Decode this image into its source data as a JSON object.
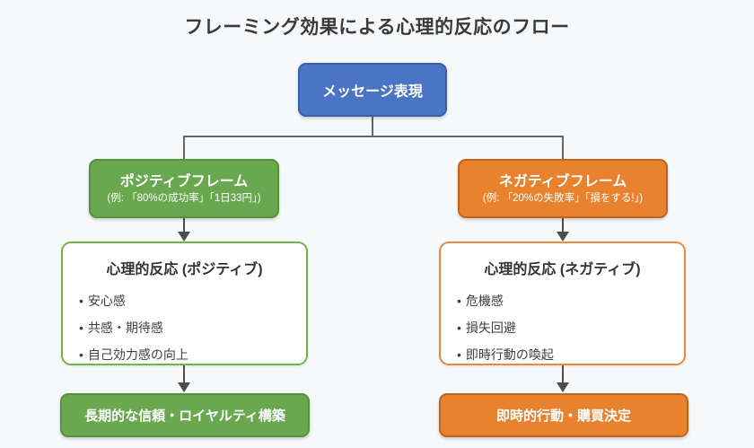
{
  "title": "フレーミング効果による心理的反応のフロー",
  "root": {
    "label": "メッセージ表現"
  },
  "branches": {
    "positive": {
      "frame": {
        "title": "ポジティブフレーム",
        "subtitle": "(例: 「80%の成功率」「1日33円」)"
      },
      "reaction": {
        "title": "心理的反応 (ポジティブ)",
        "items": [
          "安心感",
          "共感・期待感",
          "自己効力感の向上"
        ]
      },
      "outcome": "長期的な信頼・ロイヤルティ構築"
    },
    "negative": {
      "frame": {
        "title": "ネガティブフレーム",
        "subtitle": "(例: 「20%の失敗率」「損をする!」)"
      },
      "reaction": {
        "title": "心理的反応 (ネガティブ)",
        "items": [
          "危機感",
          "損失回避",
          "即時行動の喚起"
        ]
      },
      "outcome": "即時的行動・購買決定"
    }
  },
  "colors": {
    "background": "#f7f8fa",
    "root_fill": "#4a74c4",
    "root_border": "#3a5ea8",
    "positive_fill": "#6aa84f",
    "positive_border": "#55913a",
    "negative_fill": "#e8822e",
    "negative_border": "#bf641f",
    "connector_line": "#666666",
    "arrowhead": "#4d4d4d",
    "text_dark": "#3a3a3a",
    "text_on_fill": "#ffffff"
  }
}
